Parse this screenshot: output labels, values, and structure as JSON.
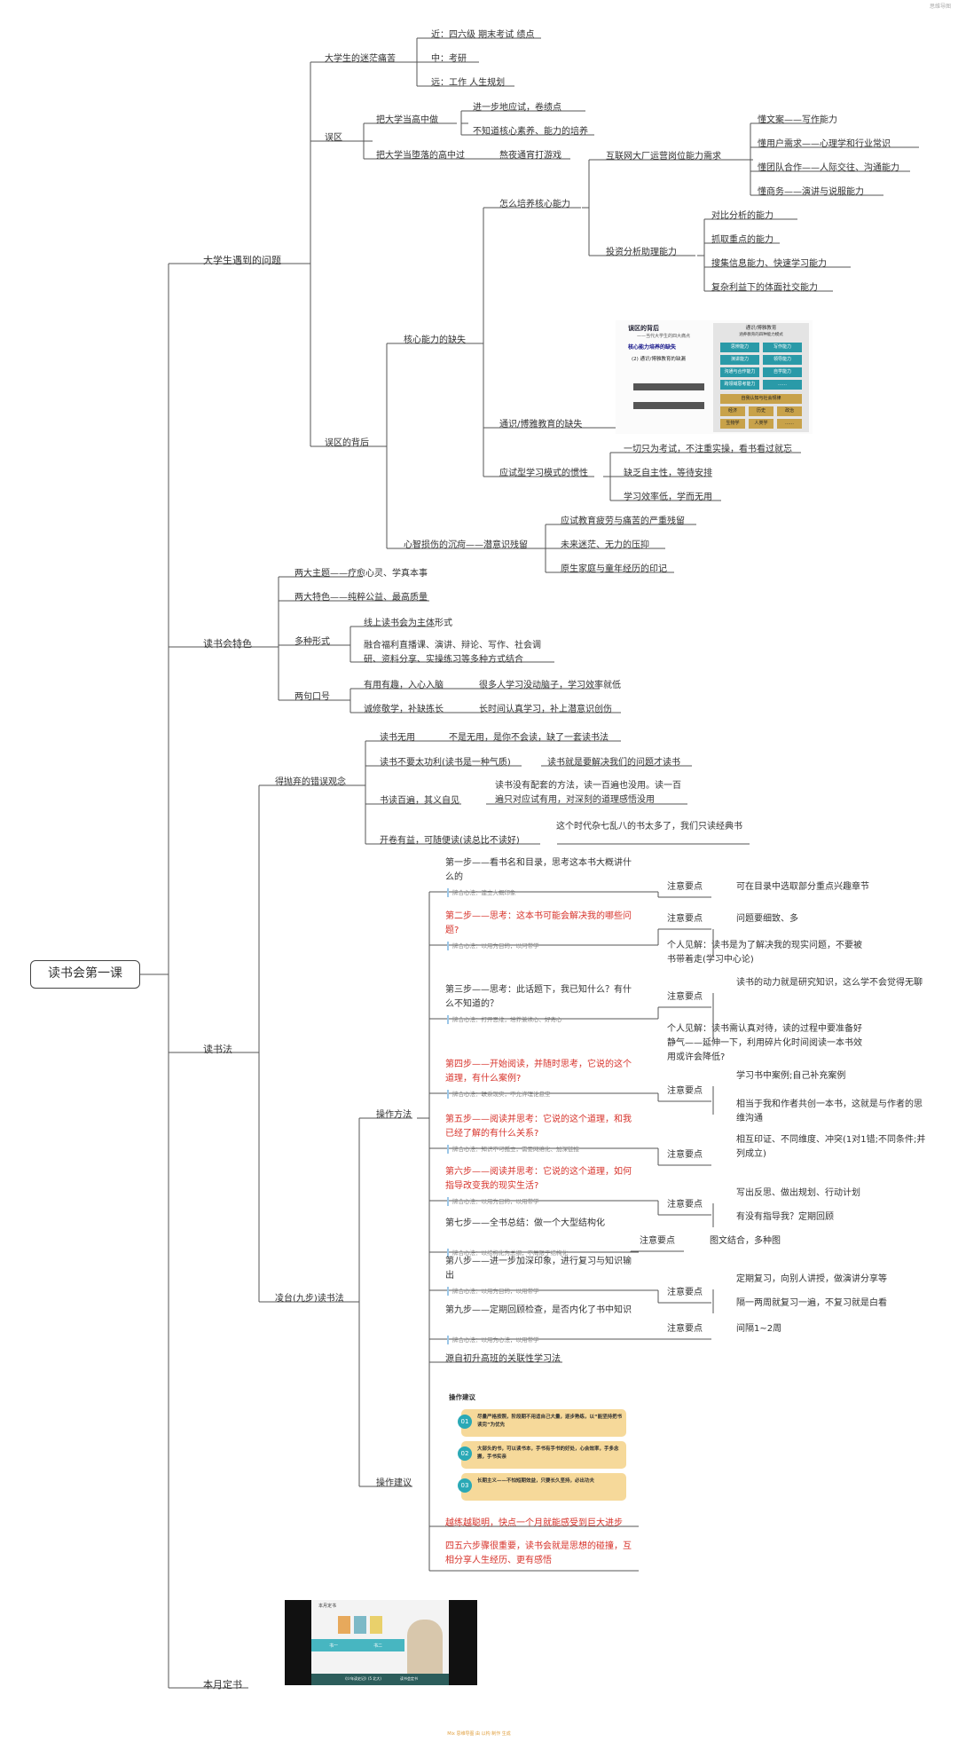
{
  "header_mark": "思维导图",
  "footer": "Mix 思维导图 由 以构 制作 生成",
  "root": "读书会第一课",
  "b1": {
    "label": "大学生遇到的问题",
    "confusion": {
      "label": "大学生的迷茫痛苦",
      "items": [
        "近：四六级 期末考试 绩点",
        "中：考研",
        "远：工作 人生规划"
      ]
    },
    "misunderstanding": {
      "label": "误区",
      "a": {
        "label": "把大学当高中做",
        "items": [
          "进一步地应试，卷绩点",
          "不知道核心素养、能力的培养"
        ]
      },
      "b": {
        "label": "把大学当堕落的高中过",
        "item": "熬夜通宵打游戏"
      }
    },
    "behind": {
      "label": "误区的背后",
      "core": {
        "label": "核心能力的缺失",
        "how": {
          "label": "怎么培养核心能力",
          "internet": {
            "label": "互联网大厂运营岗位能力需求",
            "items": [
              "懂文案——写作能力",
              "懂用户需求——心理学和行业常识",
              "懂团队合作——人际交往、沟通能力",
              "懂商务——演讲与说服能力"
            ]
          },
          "invest": {
            "label": "投资分析助理能力",
            "items": [
              "对比分析的能力",
              "抓取重点的能力",
              "搜集信息能力、快速学习能力",
              "复杂利益下的体面社交能力"
            ]
          }
        },
        "general": "通识/博雅教育的缺失",
        "exam": {
          "label": "应试型学习模式的惯性",
          "items": [
            "一切只为考试，不注重实操，看书看过就忘",
            "缺乏自主性，等待安排",
            "学习效率低，学而无用"
          ]
        }
      },
      "mental": {
        "label": "心智损伤的沉疴——潜意识残留",
        "items": [
          "应试教育疲劳与痛苦的严重残留",
          "未来迷茫、无力的压抑",
          "原生家庭与童年经历的印记"
        ]
      }
    }
  },
  "img1": {
    "title": "误区的背后",
    "subtitle": "——当代大学生的四大痛点",
    "badge": "核心能力培养的缺失",
    "caption": "(2) 通识/博雅教育的缺漏",
    "panel_title": "通识/博雅教育",
    "panel_sub": "涵养教育的四种能力模式",
    "cells": [
      "思辨能力",
      "写作能力",
      "演讲能力",
      "领导能力",
      "沟通与合作能力",
      "自学能力",
      "跨领域思考能力",
      "……"
    ],
    "bar": "自我认知与社会规律",
    "gold": [
      "经济",
      "历史",
      "政治",
      "生物学",
      "人类学",
      "……"
    ]
  },
  "b2": {
    "label": "读书会特色",
    "theme": "两大主题——疗愈心灵、学真本事",
    "feature": "两大特色——纯粹公益、最高质量",
    "forms": {
      "label": "多种形式",
      "items": [
        "线上读书会为主体形式",
        "融合福利直播课、演讲、辩论、写作、社会调研、资料分享、实操练习等多种方式结合"
      ]
    },
    "slogans": {
      "label": "两句口号",
      "pairs": [
        [
          "有用有趣，入心入脑",
          "很多人学习没动脑子，学习效率就低"
        ],
        [
          "诚修敬学，补缺拣长",
          "长时间认真学习，补上潜意识创伤"
        ]
      ]
    }
  },
  "b3": {
    "label": "读书法",
    "wrong": {
      "label": "得抛弃的错误观念",
      "pairs": [
        [
          "读书无用",
          "不是无用，是你不会读，缺了一套读书法"
        ],
        [
          "读书不要太功利(读书是一种气质)",
          "读书就是要解决我们的问题才读书"
        ],
        [
          "书读百遍，其义自见",
          "读书没有配套的方法，读一百遍也没用。读一百遍只对应试有用，对深刻的道理感悟没用"
        ],
        [
          "开卷有益，可随便读(读总比不读好)",
          "这个时代杂七乱八的书太多了，我们只读经典书"
        ]
      ]
    },
    "ling": {
      "label": "凌台(九步)读书法",
      "ops_label": "操作方法",
      "note_label": "注意要点",
      "steps": [
        {
          "text": "第一步——看书名和目录，思考这本书大概讲什么的",
          "hint": "牌合心法：建立大概印象",
          "notes": [
            "可在目录中选取部分重点兴趣章节"
          ]
        },
        {
          "text": "第二步——思考：这本书可能会解决我的哪些问题?",
          "hint": "牌合心法：以用为目的，以问带学",
          "notes": [
            "问题要细致、多",
            "个人见解：读书是为了解决我的现实问题，不要被书带着走(学习中心论)"
          ]
        },
        {
          "text": "第三步——思考：此话题下，我已知什么？有什么不知道的？",
          "hint": "牌合心法：打开思维，培养兼续心、好奇心",
          "notes": [
            "读书的动力就是研究知识，这么学不会觉得无聊",
            "个人见解：读书需认真对待，读的过程中要准备好静气——延伸一下，利用碎片化时间阅读一本书效用或许会降低?"
          ]
        },
        {
          "text": "第四步——开始阅读，并随时思考，它说的这个道理，有什么案例?",
          "hint": "牌合心法：联系现实，不允许理论悬空",
          "notes": [
            "学习书中案例;自己补充案例",
            "相当于我和作者共创一本书，这就是与作者的思维沟通"
          ]
        },
        {
          "text": "第五步——阅读并思考：它说的这个道理，和我已经了解的有什么关系?",
          "hint": "牌合心法：知识不可孤立，需要网络化、加深链接",
          "notes": [
            "相互印证、不同维度、冲突(1对1错;不同条件;并列成立)"
          ]
        },
        {
          "text": "第六步——阅读并思考：它说的这个道理，如何指导改变我的现实生活?",
          "hint": "牌合心法：以用为目的，以用带学",
          "notes": [
            "写出反思、做出规划、行动计划",
            "有没有指导我？定期回顾"
          ]
        },
        {
          "text": "第七步——全书总结：做一个大型结构化",
          "hint": "牌合心法：以结构化为总纲，不局限于结构化",
          "notes": [
            "图文结合，多种图"
          ]
        },
        {
          "text": "第八步——进一步加深印象，进行复习与知识输出",
          "hint": "牌合心法：以用为目的，以用带学",
          "notes": [
            "定期复习，向别人讲授，做演讲分享等",
            "隔一两周就复习一遍，不复习就是白看"
          ]
        },
        {
          "text": "第九步——定期回顾检查，是否内化了书中知识",
          "hint": "牌合心法：以用为心法，以用带学",
          "notes": [
            "间隔1~2周"
          ]
        }
      ],
      "advice": {
        "label": "操作建议",
        "source": "源自初升高班的关联性学习法",
        "title": "操作建议",
        "tips": [
          "尽量严格按照，阶段期不用适自己大量，逐步熟练，以“能坚持把书读完”为优先",
          "大部头的书，可以读书本，手书有手书的好处，心会效率，手多念搬，手书实亲",
          "长期主义——不怕短期效益，只要长久坚持，必出功夫"
        ],
        "red1": "越练越聪明，快点一个月就能感受到巨大进步",
        "red2": "四五六步骤很重要，读书会就是思想的碰撞，互相分享人生经历、更有感悟"
      }
    }
  },
  "b4": {
    "label": "本月定书",
    "img_title": "本月定书",
    "books": [
      "书一",
      "书二"
    ],
    "caption_left": "《少年读史记》(5 北大)",
    "caption_right": "读书会定书"
  }
}
